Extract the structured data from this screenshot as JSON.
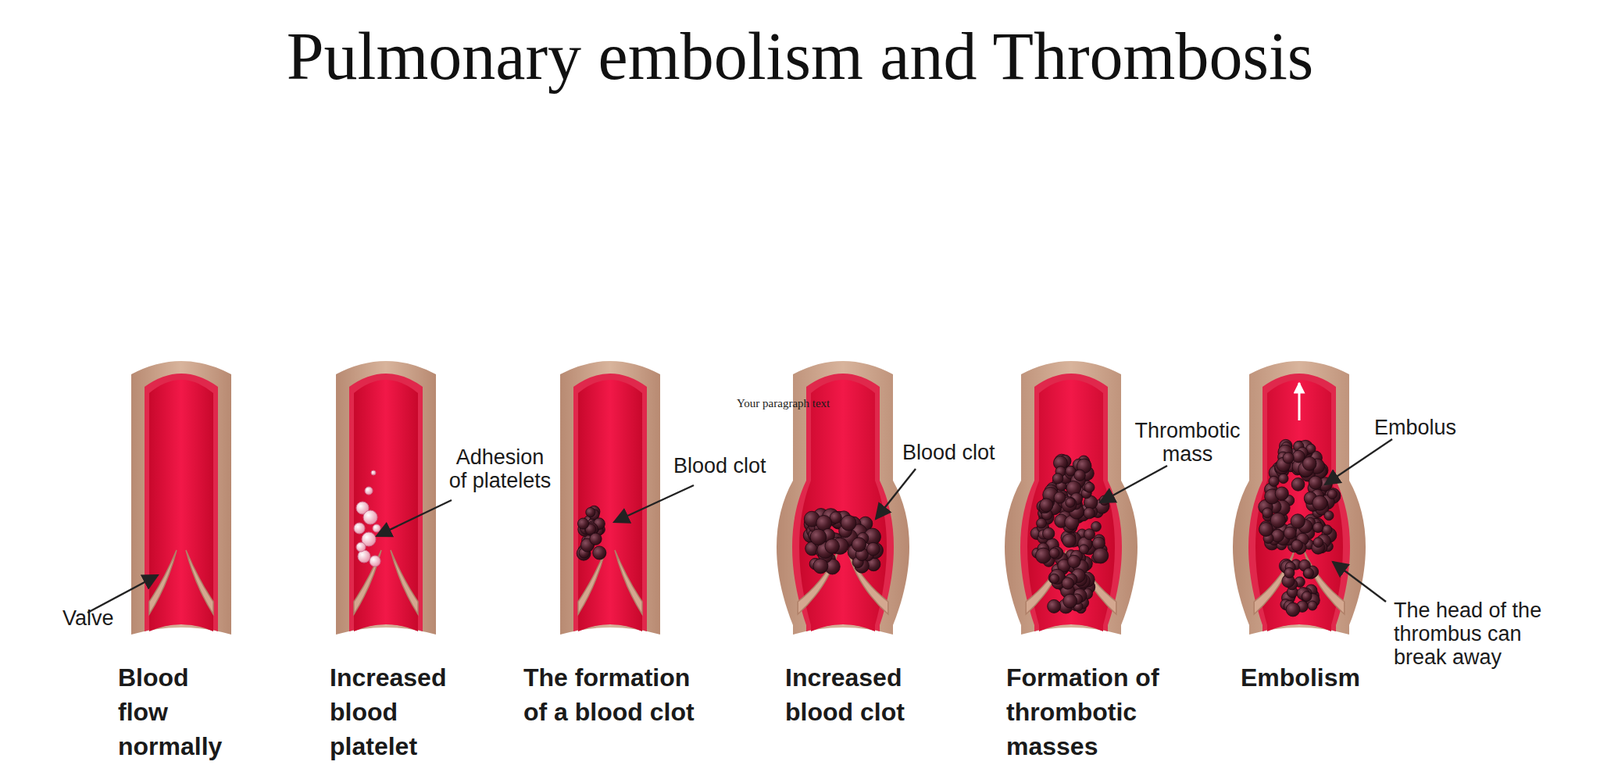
{
  "diagram": {
    "title": "Pulmonary embolism and Thrombosis",
    "labels": [
      "Valve",
      "Adhesion of platelets",
      "Blood clot",
      "Your paragraph text",
      "Blood clot",
      "Thrombotic mass",
      "Embolus",
      "The head of the thrombus can break away",
      "Blood flow normally",
      "Increased blood platelet",
      "The formation of a blood clot",
      "Increased blood clot",
      "Formation of thrombotic masses",
      "Embolism"
    ]
  }
}
